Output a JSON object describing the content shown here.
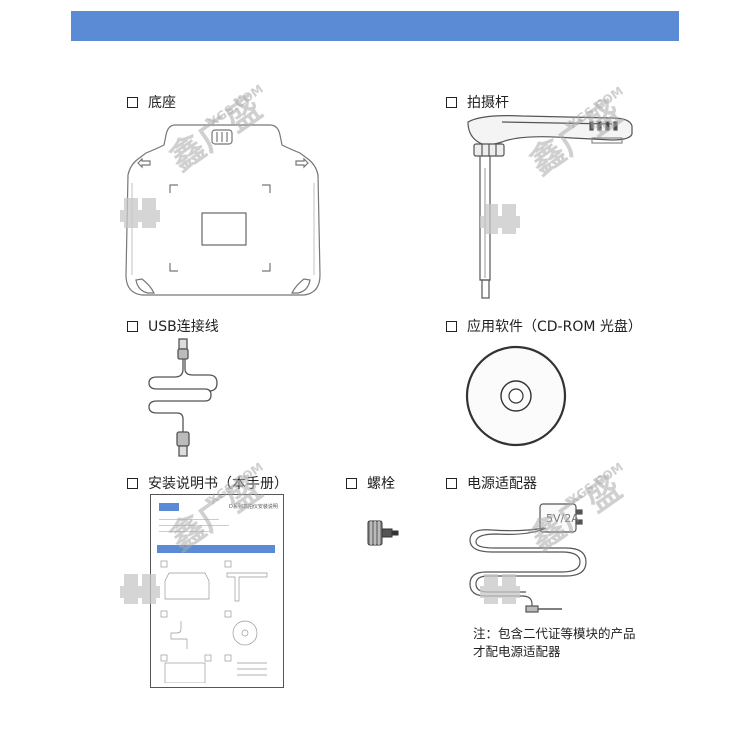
{
  "banner": {
    "color": "#5b8bd4"
  },
  "items": [
    {
      "label": "底座"
    },
    {
      "label": "拍摄杆"
    },
    {
      "label": "USB连接线"
    },
    {
      "label": "应用软件（CD-ROM 光盘）"
    },
    {
      "label": "安装说明书（本手册）"
    },
    {
      "label": "螺栓"
    },
    {
      "label": "电源适配器"
    }
  ],
  "adapter": {
    "rating": "5V/2A"
  },
  "note": {
    "line1": "注：包含二代证等模块的产品",
    "line2": "才配电源适配器"
  },
  "manual": {
    "title": "D系列高拍仪安装说明"
  },
  "watermark": {
    "text": "鑫广盛",
    "domain": "XGS.COM"
  }
}
